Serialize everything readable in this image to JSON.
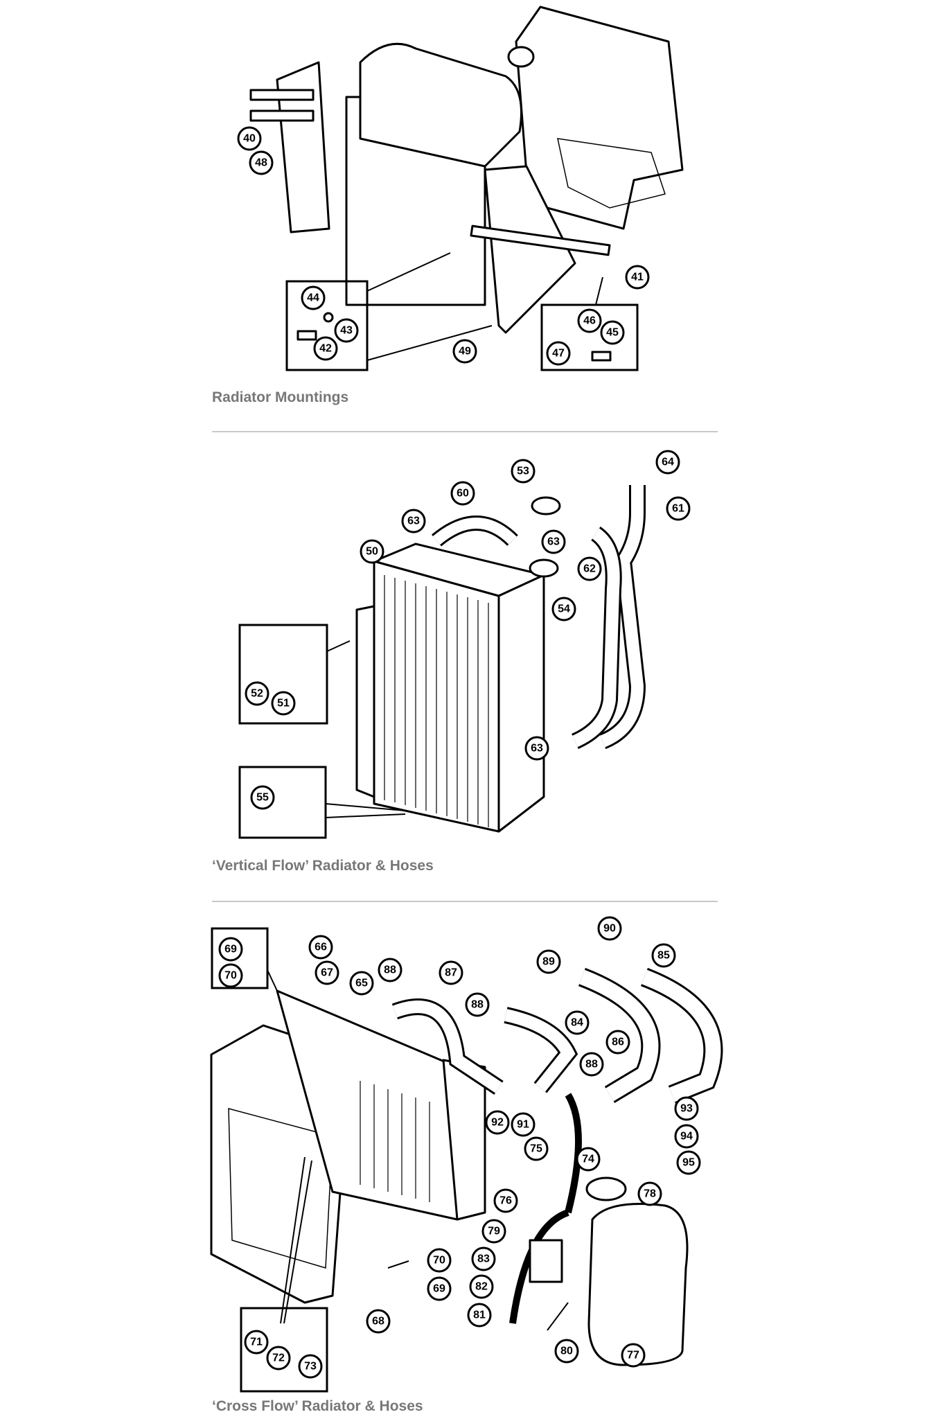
{
  "sections": [
    {
      "caption": "Radiator Mountings",
      "callouts": [
        "40",
        "48",
        "44",
        "43",
        "42",
        "49",
        "41",
        "46",
        "45",
        "47"
      ]
    },
    {
      "caption": "‘Vertical Flow’ Radiator & Hoses",
      "callouts": [
        "64",
        "53",
        "60",
        "61",
        "63",
        "63",
        "50",
        "62",
        "54",
        "52",
        "51",
        "63",
        "55"
      ]
    },
    {
      "caption": "‘Cross Flow’ Radiator & Hoses",
      "callouts": [
        "90",
        "69",
        "66",
        "85",
        "70",
        "67",
        "65",
        "88",
        "87",
        "89",
        "88",
        "84",
        "86",
        "88",
        "93",
        "92",
        "91",
        "75",
        "94",
        "74",
        "95",
        "78",
        "76",
        "79",
        "70",
        "83",
        "69",
        "82",
        "81",
        "80",
        "68",
        "71",
        "72",
        "73",
        "77"
      ]
    }
  ]
}
